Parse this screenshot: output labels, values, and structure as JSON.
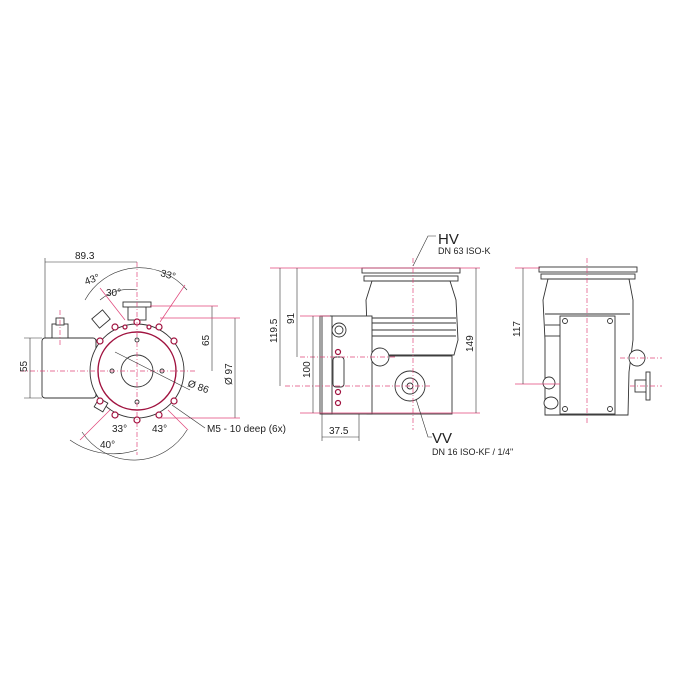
{
  "drawing": {
    "front_view": {
      "dim_width": "89.3",
      "angle_top_left": "43°",
      "angle_top_inner": "30°",
      "angle_top_right": "33°",
      "dim_height_box": "55",
      "dim_flange_offset": "65",
      "dim_outer_diameter": "Ø 97",
      "dim_bolt_circle": "Ø 86",
      "angle_bottom_left": "33°",
      "angle_bottom_right": "43°",
      "angle_bottom_outer": "40°",
      "thread_note": "M5 - 10 deep (6x)"
    },
    "side_view": {
      "hv_label": "HV",
      "hv_spec": "DN 63 ISO-K",
      "vv_label": "VV",
      "vv_spec": "DN 16 ISO-KF / 1/4\"",
      "dim_119_5": "119.5",
      "dim_91": "91",
      "dim_100": "100",
      "dim_149": "149",
      "dim_37_5": "37.5"
    },
    "rear_view": {
      "dim_117": "117"
    },
    "colors": {
      "centerline": "#e0457a",
      "bolt": "#a0123f",
      "outline": "#333333"
    }
  }
}
